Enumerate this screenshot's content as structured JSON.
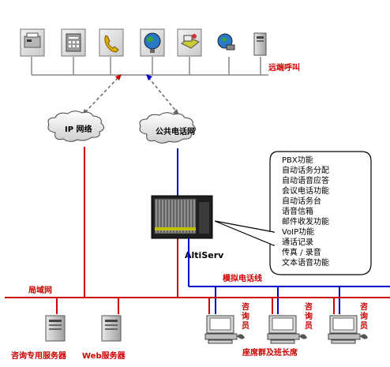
{
  "remote_label": "远端呼叫",
  "cloud_ip": "IP 网络",
  "cloud_pstn": "公共电话网",
  "features": [
    "PBX功能",
    "自动话务分配",
    "自动语音应答",
    "会议电话功能",
    "自动话务台",
    "语音信箱",
    "邮件收发功能",
    "VoIP功能",
    "通话记录",
    "传真 / 录音",
    "文本语音功能"
  ],
  "altiserv_label": "AltiServ",
  "lan_label": "局域网",
  "analog_label": "模拟电话线",
  "server1_label": "咨询专用服务器",
  "server2_label": "Web服务器",
  "agent_label": "咨询员",
  "seat_group_label": "座席群及班长席",
  "colors": {
    "red": "#cc0000",
    "blue": "#0000cc",
    "grey": "#888888"
  },
  "remote_devices": [
    "fax-machine-icon",
    "desk-phone-icon",
    "handset-icon",
    "globe-icon",
    "network-icon",
    "mobile-icon",
    "server-tower-icon"
  ]
}
